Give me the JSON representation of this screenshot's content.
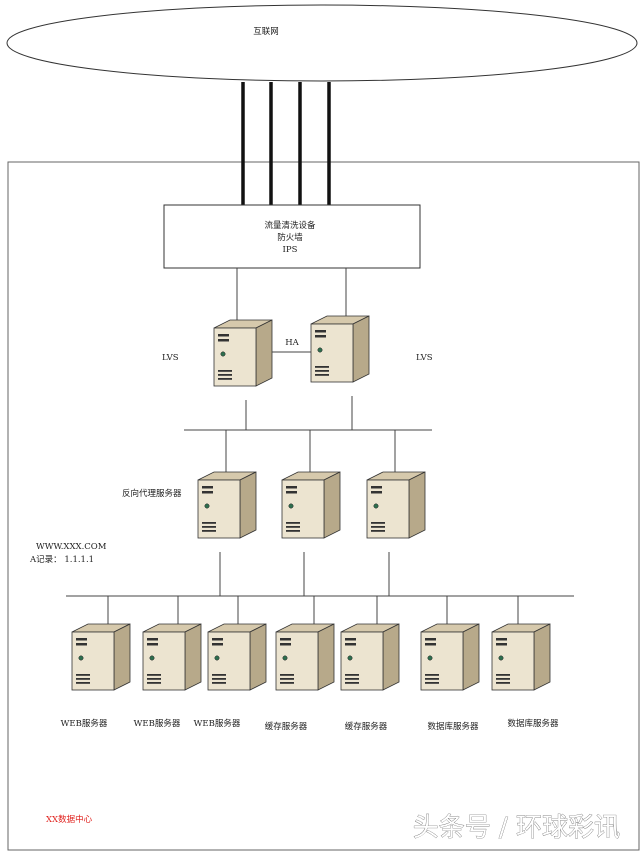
{
  "internet": {
    "label": "互联网"
  },
  "security_box": {
    "lines": [
      "流量清洗设备",
      "防火墙",
      "IPS"
    ]
  },
  "lvs": {
    "left_label": "LVS",
    "right_label": "LVS",
    "ha_label": "HA"
  },
  "proxy": {
    "label": "反向代理服务器"
  },
  "dns": {
    "domain": "WWW.XXX.COM",
    "a_record": "A记录： 1.1.1.1"
  },
  "backend_servers": [
    {
      "label": "WEB服务器"
    },
    {
      "label": "WEB服务器"
    },
    {
      "label": "WEB服务器"
    },
    {
      "label": "缓存服务器"
    },
    {
      "label": "缓存服务器"
    },
    {
      "label": "数据库服务器"
    },
    {
      "label": "数据库服务器"
    }
  ],
  "datacenter": {
    "label": "XX数据中心",
    "color": "#e0201c"
  },
  "watermark": {
    "text": "头条号 / 环球彩讯"
  },
  "colors": {
    "server_front": "#ece4d0",
    "server_side": "#b7a98a",
    "server_top": "#d6c9ac",
    "line": "#444444"
  }
}
